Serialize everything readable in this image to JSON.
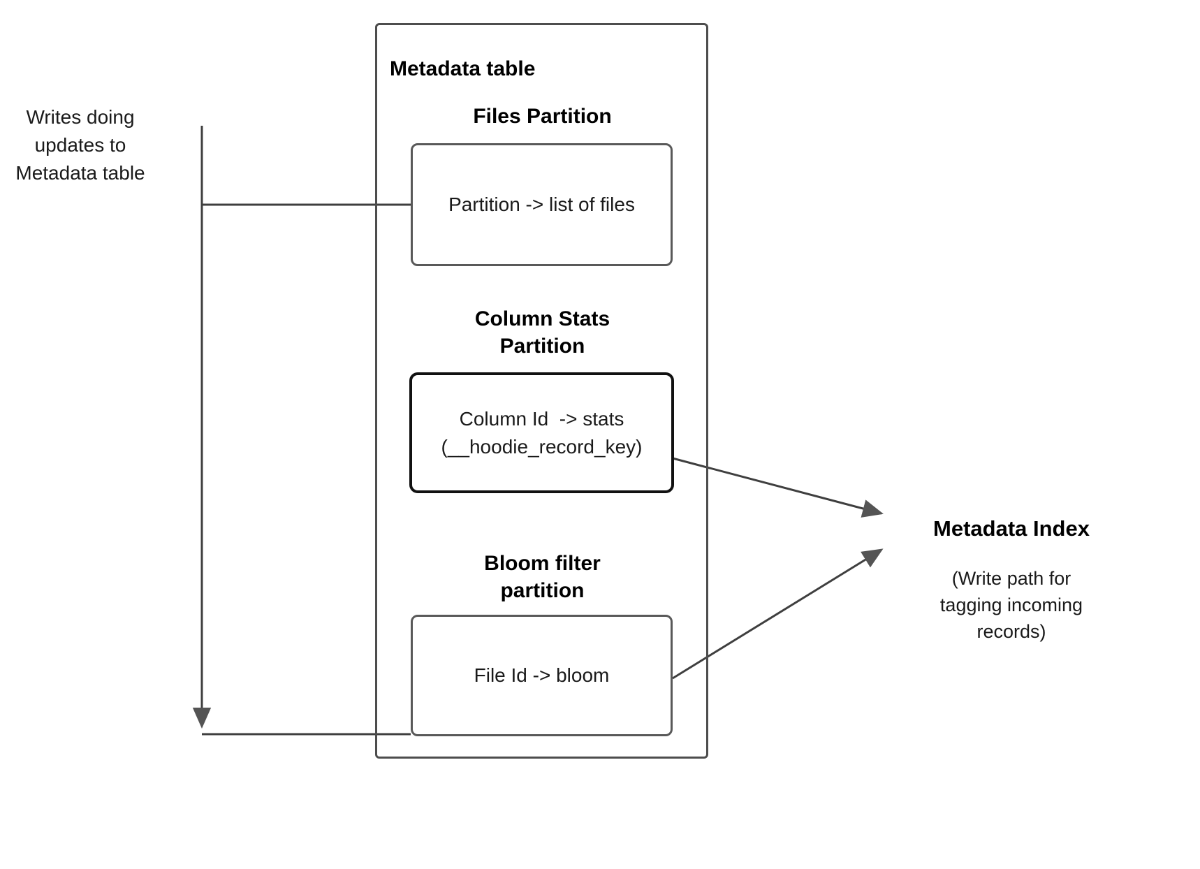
{
  "diagram": {
    "title": "Metadata table",
    "left_note": "Writes doing\nupdates to\nMetadata table",
    "partitions": [
      {
        "heading": "Files Partition",
        "box_text": "Partition -> list of files"
      },
      {
        "heading": "Column Stats\nPartition",
        "box_text": "Column Id  -> stats\n(__hoodie_record_key)"
      },
      {
        "heading": "Bloom filter\npartition",
        "box_text": "File Id -> bloom"
      }
    ],
    "index": {
      "title": "Metadata Index",
      "caption": "(Write path for\ntagging incoming\nrecords)"
    },
    "colors": {
      "stroke": "#4d4d4d",
      "stroke_dark": "#111111",
      "edge": "#3f3f3f",
      "text": "#1a1a1a",
      "background": "#ffffff"
    }
  }
}
